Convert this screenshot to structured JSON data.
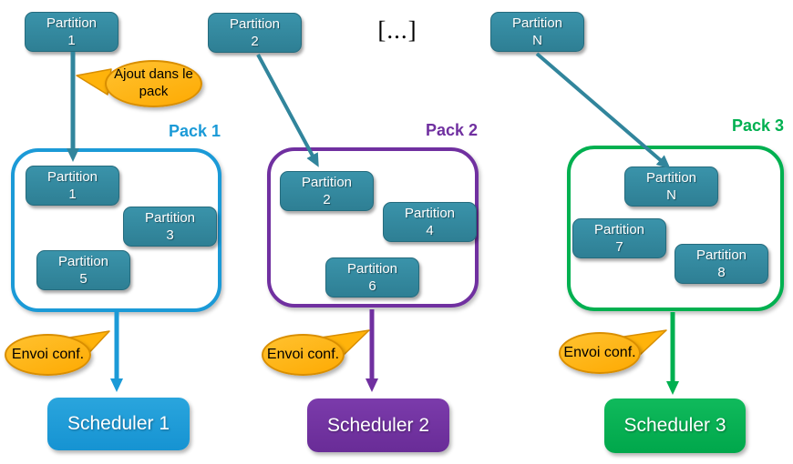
{
  "colors": {
    "teal": "#31859C",
    "blue": "#1B9AD7",
    "purple": "#7030A0",
    "green": "#00B050",
    "orange": "#FFB616",
    "orange-border": "#D98E00"
  },
  "top_row": {
    "partitions": [
      {
        "label": "Partition\n1"
      },
      {
        "label": "Partition\n2"
      },
      {
        "label": "Partition\nN"
      }
    ],
    "ellipsis": "[...]"
  },
  "callouts": {
    "ajout": "Ajout dans le\npack",
    "envoi": [
      "Envoi conf.",
      "Envoi conf.",
      "Envoi conf."
    ]
  },
  "packs": [
    {
      "title": "Pack 1",
      "partitions": [
        {
          "label": "Partition\n1"
        },
        {
          "label": "Partition\n3"
        },
        {
          "label": "Partition\n5"
        }
      ]
    },
    {
      "title": "Pack 2",
      "partitions": [
        {
          "label": "Partition\n2"
        },
        {
          "label": "Partition\n4"
        },
        {
          "label": "Partition\n6"
        }
      ]
    },
    {
      "title": "Pack 3",
      "partitions": [
        {
          "label": "Partition\nN"
        },
        {
          "label": "Partition\n7"
        },
        {
          "label": "Partition\n8"
        }
      ]
    }
  ],
  "schedulers": [
    {
      "label": "Scheduler 1"
    },
    {
      "label": "Scheduler 2"
    },
    {
      "label": "Scheduler 3"
    }
  ]
}
